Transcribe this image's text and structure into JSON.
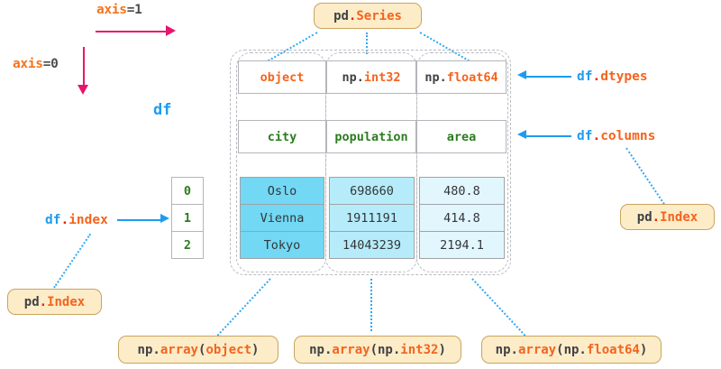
{
  "axes": [
    {
      "key": "axis",
      "value": "=1",
      "name": "axis-1"
    },
    {
      "key": "axis",
      "value": "=0",
      "name": "axis-0"
    }
  ],
  "df_caption": "df",
  "callouts": {
    "series": {
      "ns": "pd",
      "dot": ".",
      "cls": "Series"
    },
    "index_left": {
      "ns": "pd",
      "dot": ".",
      "cls": "Index"
    },
    "index_right": {
      "ns": "pd",
      "dot": ".",
      "cls": "Index"
    },
    "arrays": [
      {
        "fn": "np",
        "dot1": ".",
        "call": "array",
        "open": "(",
        "arg": "object",
        "close": ")"
      },
      {
        "fn": "np",
        "dot1": ".",
        "call": "array",
        "open": "(",
        "arg": "np.int32",
        "close": ")"
      },
      {
        "fn": "np",
        "dot1": ".",
        "call": "array",
        "open": "(",
        "arg": "np.float64",
        "close": ")"
      }
    ]
  },
  "attributes": [
    {
      "obj": "df",
      "dot": ".",
      "attr": "dtypes"
    },
    {
      "obj": "df",
      "dot": ".",
      "attr": "columns"
    },
    {
      "obj": "df",
      "dot": ".",
      "attr": "index"
    }
  ],
  "table": {
    "dtypes": [
      {
        "prefix": "",
        "name": "object"
      },
      {
        "prefix": "np.",
        "name": "int32"
      },
      {
        "prefix": "np.",
        "name": "float64"
      }
    ],
    "columns": [
      "city",
      "population",
      "area"
    ],
    "index": [
      "0",
      "1",
      "2"
    ],
    "rows": [
      [
        "Oslo",
        "698660",
        "480.8"
      ],
      [
        "Vienna",
        "1911191",
        "414.8"
      ],
      [
        "Tokyo",
        "14043239",
        "2194.1"
      ]
    ]
  },
  "colors": {
    "col1_fill": "#72d8f4",
    "col2_fill": "#b6ecfa",
    "col3_fill": "#e2f6fd",
    "accent_orange": "#f4641e",
    "accent_blue": "#1e9bf0",
    "accent_pink": "#e8156b",
    "accent_green": "#2a7d1e",
    "callout_fill": "#fcecc8",
    "callout_border": "#c9a45f"
  }
}
